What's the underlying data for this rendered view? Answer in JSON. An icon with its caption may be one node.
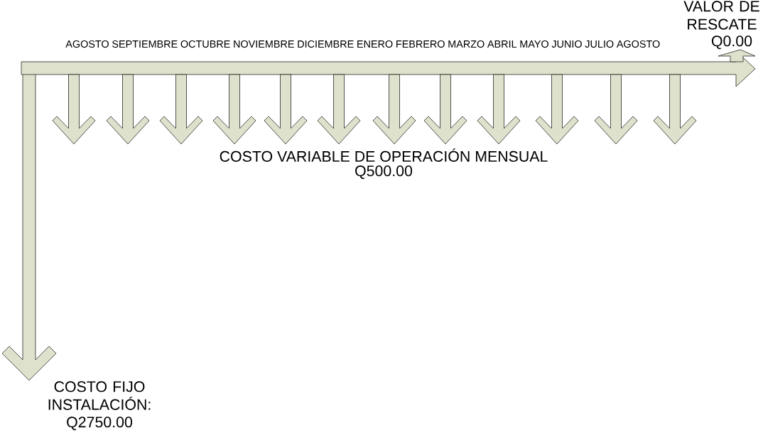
{
  "diagram": {
    "labels": [
      "AGOSTO",
      "SEPTIEMBRE",
      "OCTUBRE",
      "NOVIEMBRE",
      "DICIEMBRE",
      "ENERO",
      "FEBRERO",
      "MARZO",
      "ABRIL",
      "MAYO",
      "JUNIO",
      "JULIO",
      "AGOSTO",
      "VALOR DE RESCATE",
      "Q0.00",
      "COSTO VARIABLE DE OPERACIÓN MENSUAL",
      "Q500.00",
      "COSTO FIJO INSTALACIÓN:",
      "Q2750.00"
    ]
  }
}
